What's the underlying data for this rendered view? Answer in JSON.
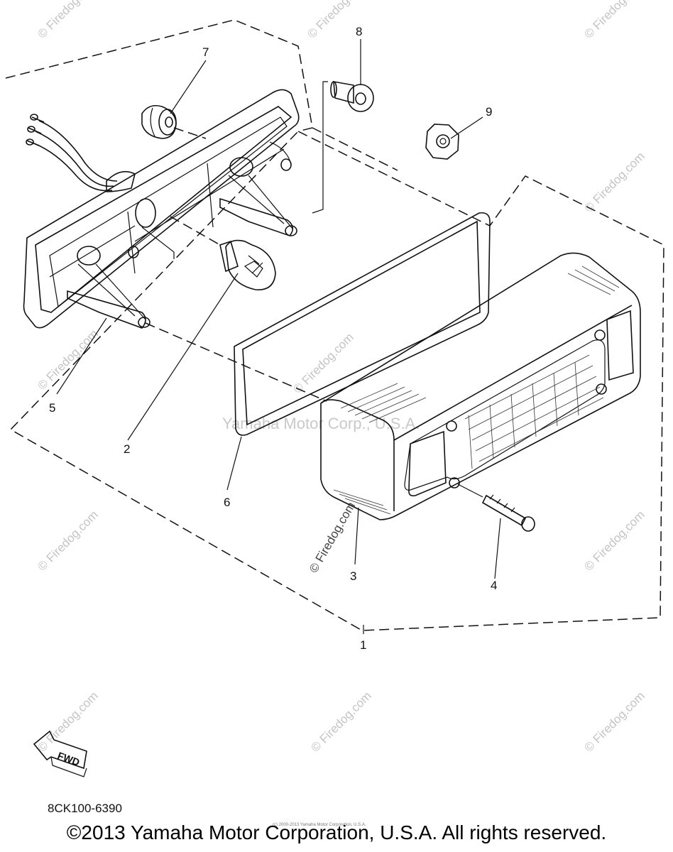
{
  "diagram": {
    "callouts": [
      "1",
      "2",
      "3",
      "4",
      "5",
      "6",
      "7",
      "8",
      "9"
    ],
    "fwd_label": "FWD",
    "part_code": "8CK100-6390"
  },
  "watermarks": {
    "site": "© Firedog.com",
    "center": "Yamaha Motor Corp., U.S.A."
  },
  "footer": {
    "copyright": "©2013 Yamaha Motor Corporation, U.S.A. All rights reserved.",
    "small_print": "(c) 2000-2013 Yamaha Motor Corporation, U.S.A."
  }
}
